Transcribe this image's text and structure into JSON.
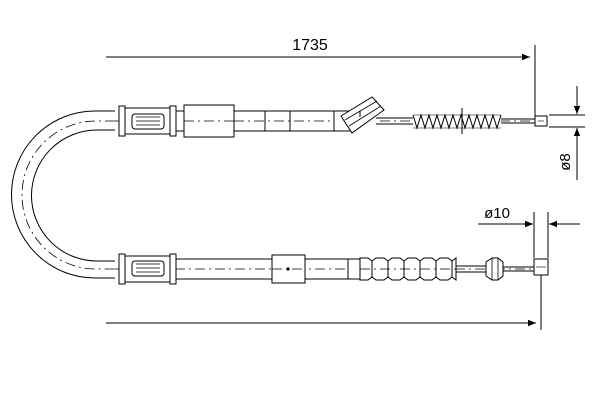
{
  "drawing": {
    "overall_length": "1735",
    "end_diameter_top": "ø8",
    "end_diameter_bottom": "ø10"
  }
}
